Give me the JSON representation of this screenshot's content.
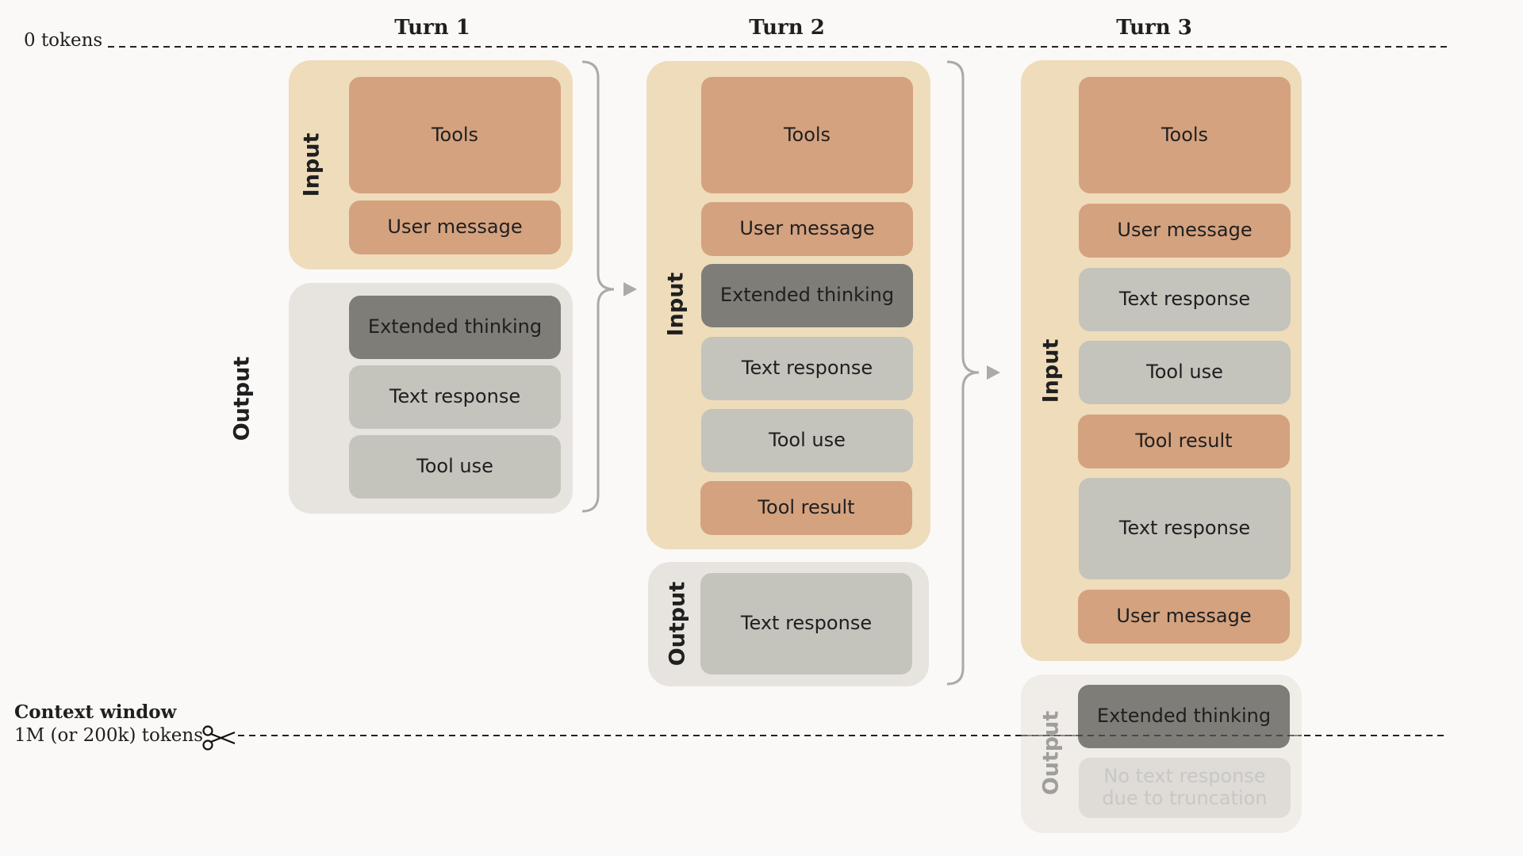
{
  "header": {
    "zero_tokens": "0 tokens",
    "turn1": "Turn 1",
    "turn2": "Turn 2",
    "turn3": "Turn 3"
  },
  "footer": {
    "context_title": "Context window",
    "context_tokens": "1M (or 200k) tokens"
  },
  "labels": {
    "input": "Input",
    "output": "Output"
  },
  "turn1": {
    "input": [
      "Tools",
      "User message"
    ],
    "output": [
      "Extended thinking",
      "Text response",
      "Tool use"
    ]
  },
  "turn2": {
    "input": [
      "Tools",
      "User message",
      "Extended thinking",
      "Text response",
      "Tool use",
      "Tool result"
    ],
    "output": [
      "Text response"
    ]
  },
  "turn3": {
    "input": [
      "Tools",
      "User message",
      "Text response",
      "Tool use",
      "Tool result",
      "Text response",
      "User message"
    ],
    "output": [
      "Extended thinking",
      "No text response due to truncation"
    ]
  },
  "colors": {
    "input_panel": "#eedcbb",
    "output_panel": "#e7e4df",
    "input_block": "#d4a27f",
    "thinking_block": "#7e7d78",
    "response_block": "#c4c3bc"
  },
  "icons": {
    "truncation": "scissors-icon"
  }
}
